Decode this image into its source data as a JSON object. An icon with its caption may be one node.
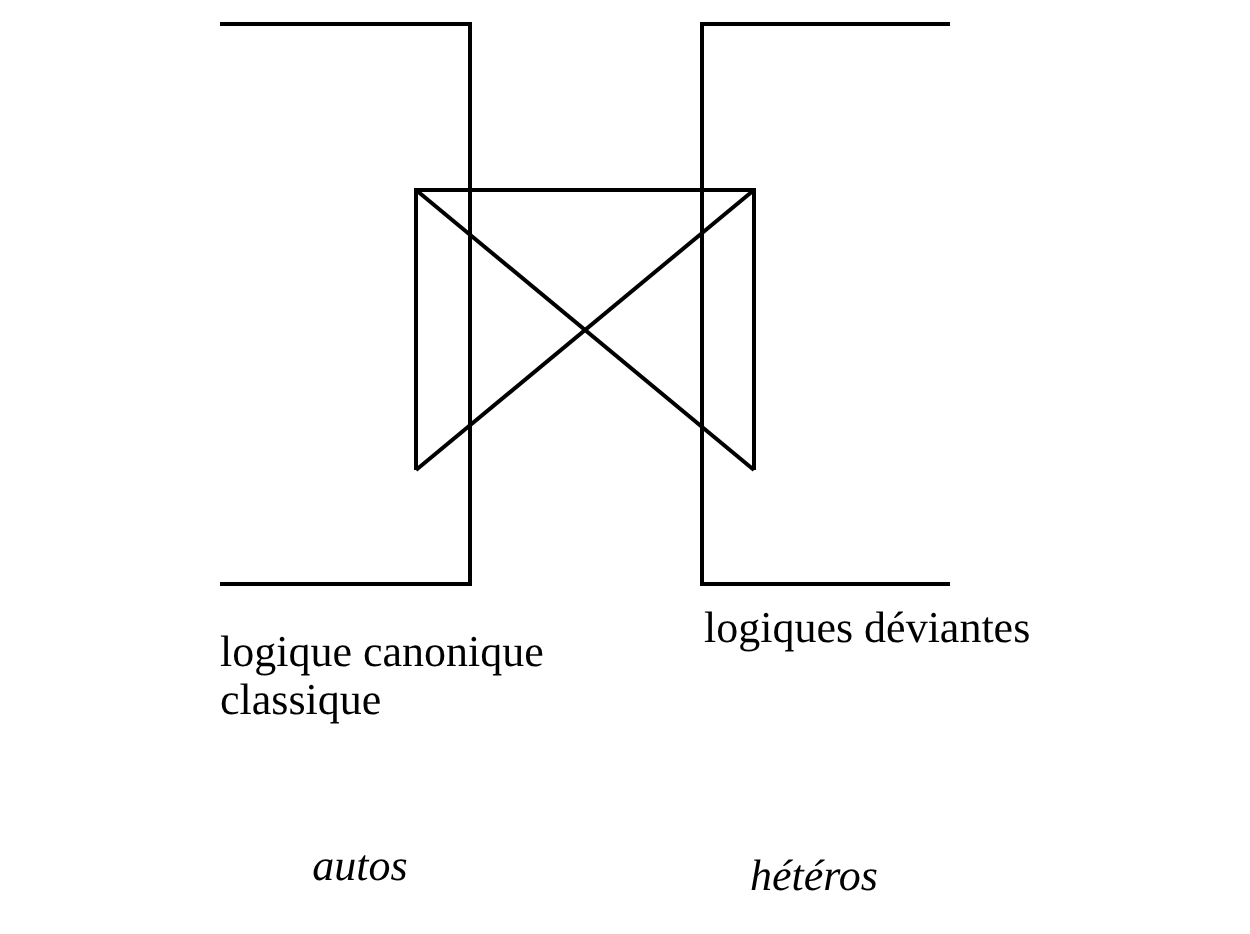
{
  "diagram": {
    "labels": [
      "logique canonique classique",
      "logiques déviantes",
      "autos",
      "hétéros"
    ]
  }
}
